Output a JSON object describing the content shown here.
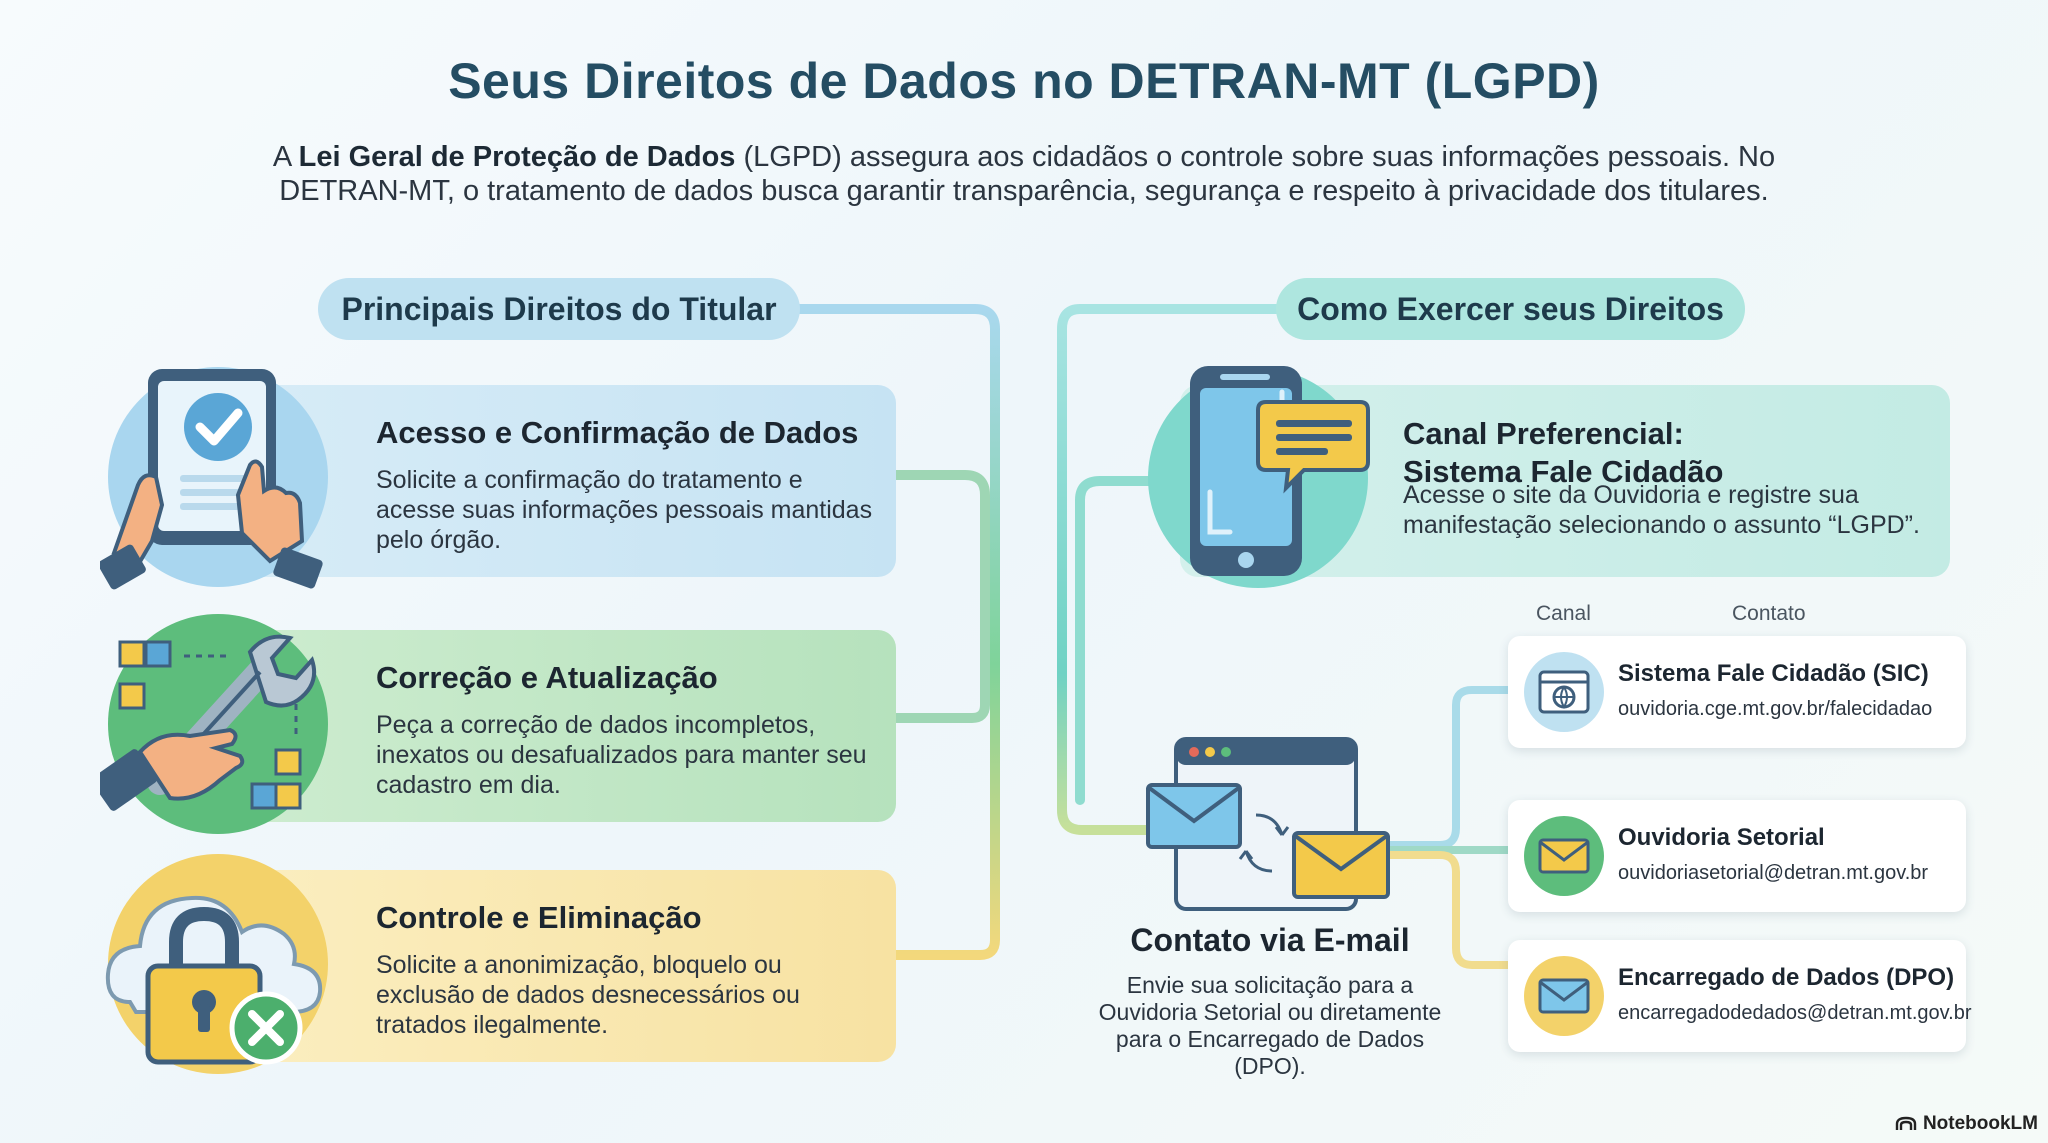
{
  "title": "Seus Direitos de Dados no DETRAN-MT (LGPD)",
  "intro": {
    "prefix": "A ",
    "bold": "Lei Geral de Proteção de Dados",
    "rest_line1": " (LGPD) assegura aos cidadãos o controle sobre suas informações pessoais. No",
    "line2": "DETRAN-MT, o tratamento de dados busca garantir transparência, segurança e respeito à privacidade dos titulares."
  },
  "left_section": {
    "heading": "Principais Direitos do Titular",
    "cards": [
      {
        "title": "Acesso e Confirmação de Dados",
        "text": "Solicite a confirmação do tratamento e acesse suas informações pessoais mantidas pelo órgão.",
        "icon": "tablet-check-icon"
      },
      {
        "title": "Correção e Atualização",
        "text": "Peça a correção de dados incompletos, inexatos ou desafualizados para manter seu cadastro em dia.",
        "icon": "wrench-icon"
      },
      {
        "title": "Controle e Eliminação",
        "text": "Solicite a anonimização, bloquelo ou exclusão de dados desnecessários ou tratados ilegalmente.",
        "icon": "cloud-lock-icon"
      }
    ]
  },
  "right_section": {
    "heading": "Como Exercer seus Direitos",
    "preferred": {
      "title_line1": "Canal Preferencial:",
      "title_line2": "Sistema Fale Cidadão",
      "text": "Acesse o site da Ouvidoria e registre sua manifestação selecionando o assunto “LGPD”.",
      "icon": "phone-chat-icon"
    },
    "email": {
      "title": "Contato via E-mail",
      "text": "Envie sua solicitação para a Ouvidoria Setorial ou diretamente para o Encarregado de Dados (DPO).",
      "icon": "email-exchange-icon"
    },
    "columns": {
      "channel": "Canal",
      "contact": "Contato"
    },
    "contacts": [
      {
        "name": "Sistema Fale Cidadão (SIC)",
        "value": "ouvidoria.cge.mt.gov.br/falecidadao",
        "icon": "globe-window-icon",
        "color": "#bfe1f1"
      },
      {
        "name": "Ouvidoria Setorial",
        "value": "ouvidoriasetorial@detran.mt.gov.br",
        "icon": "envelope-icon",
        "color": "#5dbd7c"
      },
      {
        "name": "Encarregado de Dados (DPO)",
        "value": "encarregadodedados@detran.mt.gov.br",
        "icon": "envelope-icon",
        "color": "#f3d26a"
      }
    ]
  },
  "brand": "NotebookLM",
  "colors": {
    "title": "#244d63",
    "blue_card": "#c6e3f3",
    "green_card": "#b6e2bd",
    "yellow_card": "#f7e2a2",
    "teal_card": "#c3ebe4"
  }
}
